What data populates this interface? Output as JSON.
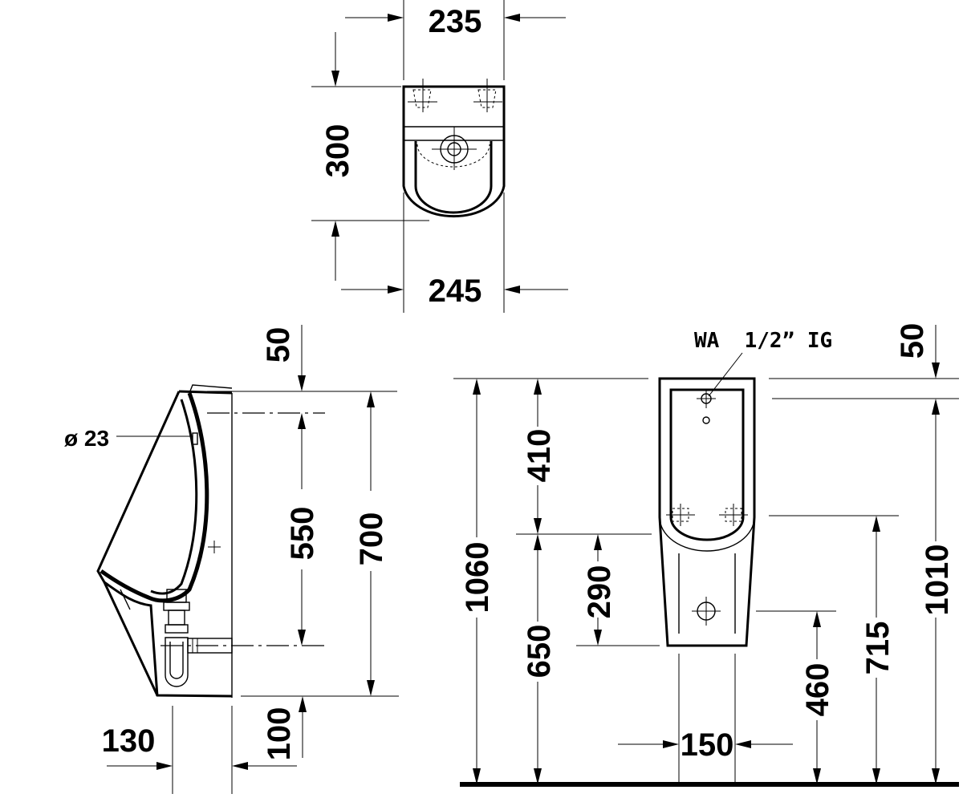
{
  "top_view": {
    "dim_width_top": "235",
    "dim_depth": "300",
    "dim_width_bottom": "245"
  },
  "side_view": {
    "dim_top_offset": "50",
    "dim_inlet_diameter": "ø 23",
    "dim_fixing_spacing": "550",
    "dim_total_height": "700",
    "dim_outlet_offset": "100",
    "dim_projection": "130"
  },
  "front_view": {
    "label_water_inlet": "WA  1/2” IG",
    "dim_top_offset": "50",
    "dim_1060": "1060",
    "dim_410": "410",
    "dim_290": "290",
    "dim_650": "650",
    "dim_150": "150",
    "dim_460": "460",
    "dim_715": "715",
    "dim_1010": "1010"
  }
}
